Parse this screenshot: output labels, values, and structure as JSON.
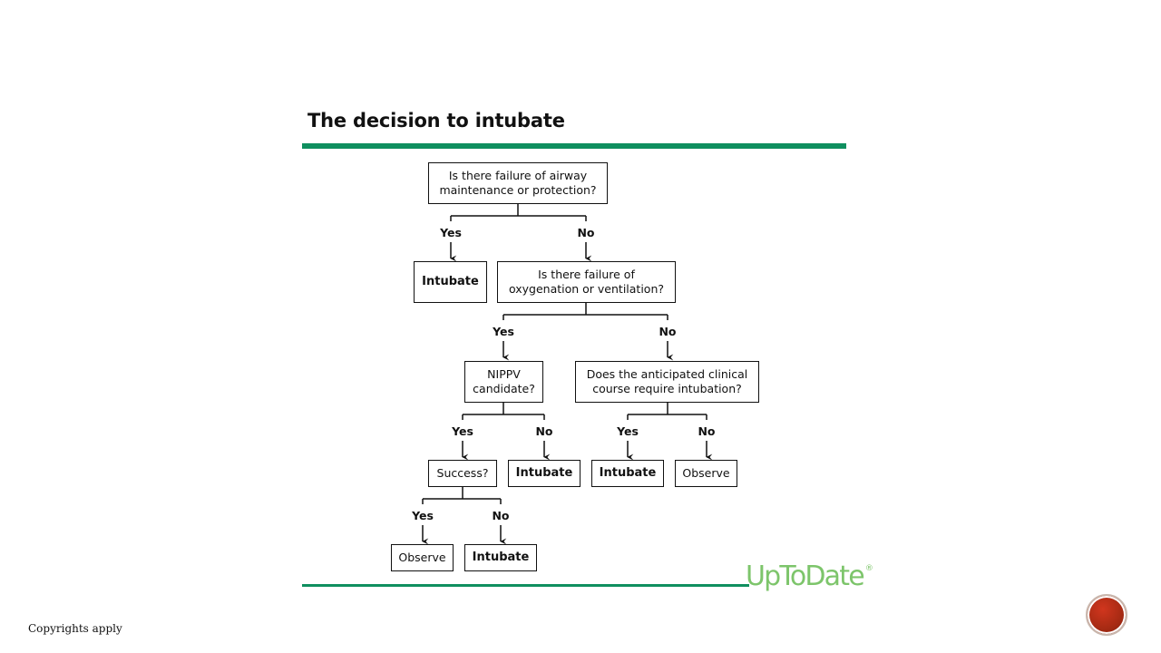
{
  "title": "The decision to intubate",
  "logo": {
    "text": "UpToDate",
    "mark": "®"
  },
  "footer": {
    "copyright": "Copyrights apply"
  },
  "nodes": {
    "q_airway": "Is there failure of airway maintenance or protection?",
    "intubate_1": "Intubate",
    "q_oxygenation": "Is there failure of oxygenation or ventilation?",
    "q_nippv": "NIPPV candidate?",
    "q_course": "Does the anticipated clinical course require intubation?",
    "q_success": "Success?",
    "intubate_2": "Intubate",
    "intubate_3": "Intubate",
    "observe_1": "Observe",
    "observe_2": "Observe",
    "intubate_4": "Intubate"
  },
  "labels": {
    "yes": "Yes",
    "no": "No"
  },
  "colors": {
    "accent_green": "#0f8f5f",
    "logo_green": "#7dc56b",
    "nav_button": "#b8301a"
  }
}
